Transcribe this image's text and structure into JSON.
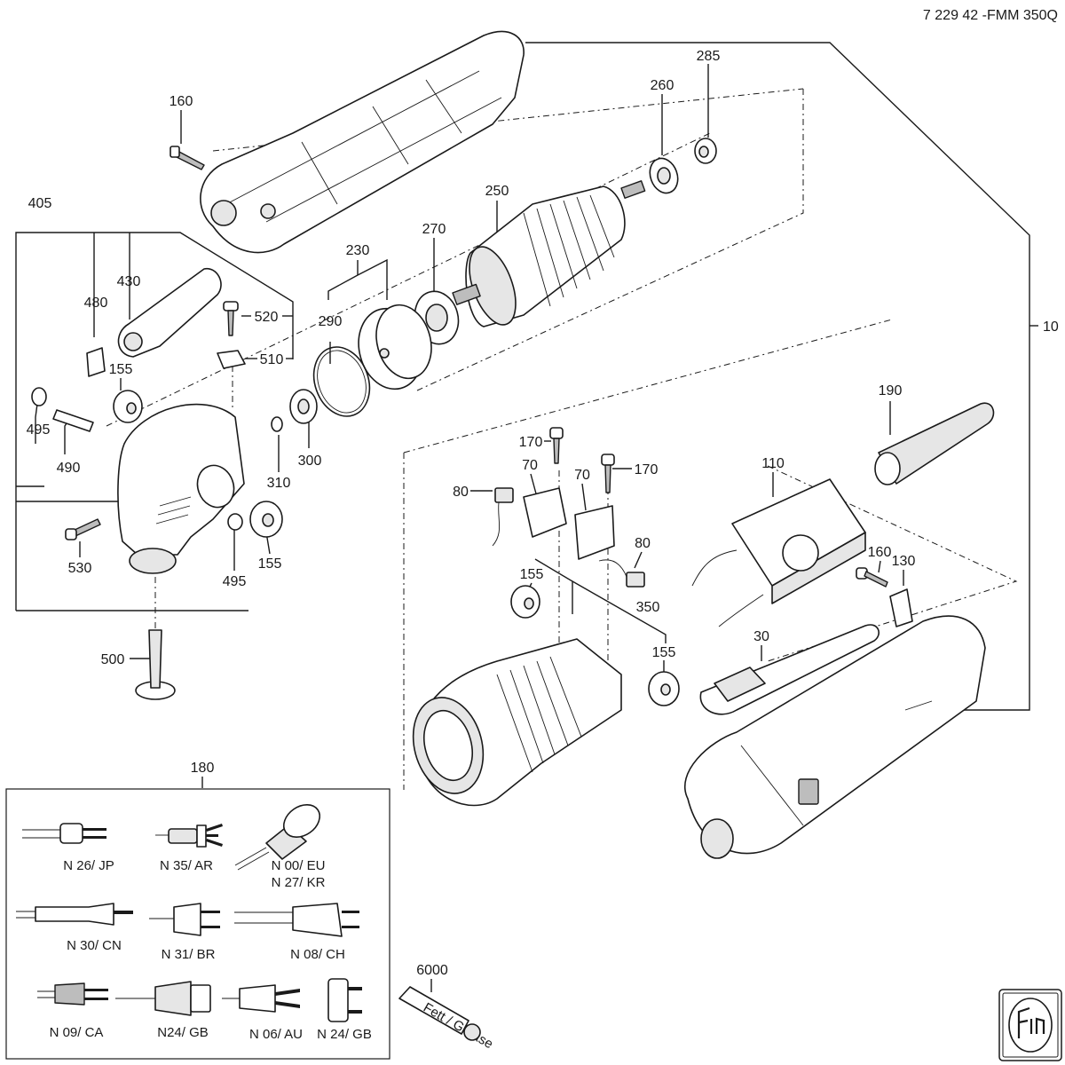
{
  "header": {
    "title": "7 229 42 -FMM 350Q"
  },
  "callouts": {
    "c10": "10",
    "c30": "30",
    "c70a": "70",
    "c70b": "70",
    "c80a": "80",
    "c80b": "80",
    "c110": "110",
    "c130": "130",
    "c155_top": "155",
    "c155_right": "155",
    "c155_mid": "155",
    "c155_motor": "155",
    "c160_top": "160",
    "c160_right": "160",
    "c170a": "170",
    "c170b": "170",
    "c180": "180",
    "c190": "190",
    "c230": "230",
    "c250": "250",
    "c260": "260",
    "c270": "270",
    "c285": "285",
    "c290": "290",
    "c300": "300",
    "c310": "310",
    "c350": "350",
    "c405": "405",
    "c430": "430",
    "c480": "480",
    "c490": "490",
    "c495a": "495",
    "c495b": "495",
    "c500": "500",
    "c510": "510",
    "c520": "520",
    "c530": "530",
    "c6000": "6000"
  },
  "plugs": {
    "jp": "N 26/ JP",
    "ar": "N 35/ AR",
    "eu": "N 00/ EU",
    "kr": "N 27/ KR",
    "cn": "N 30/ CN",
    "br": "N 31/ BR",
    "ch": "N 08/ CH",
    "ca": "N 09/ CA",
    "gb1": "N24/ GB",
    "au": "N 06/ AU",
    "gb2": "N 24/ GB"
  },
  "grease_text": "Fett / Grease"
}
